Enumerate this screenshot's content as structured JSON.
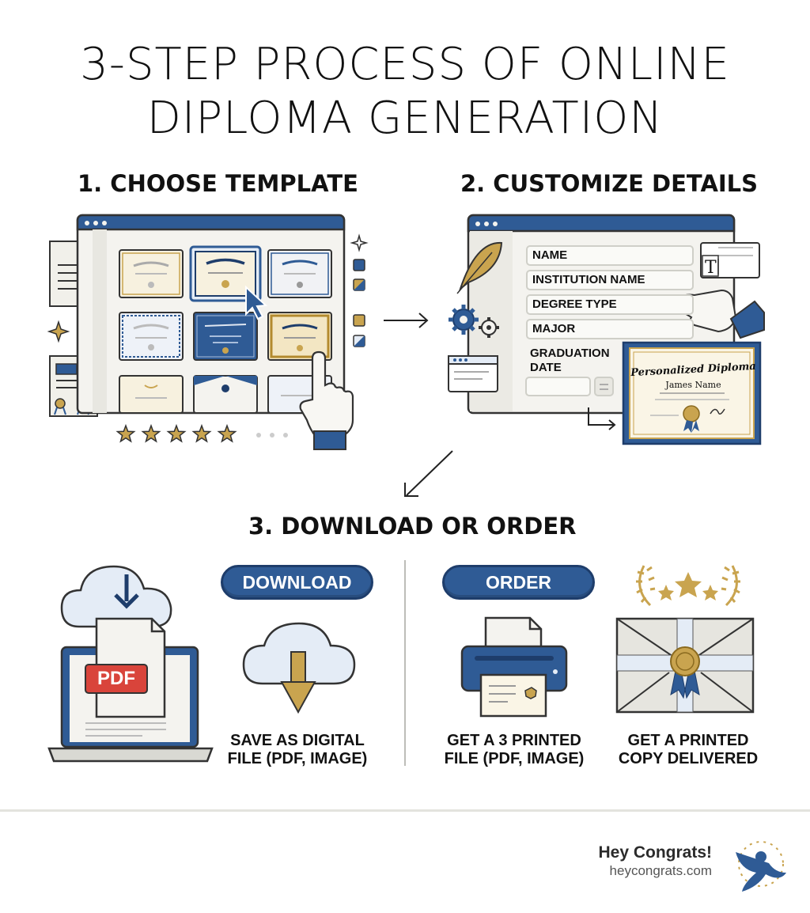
{
  "title": {
    "line1": "3-STEP PROCESS OF ONLINE",
    "line2": "DIPLOMA GENERATION"
  },
  "steps": {
    "step1": {
      "label": "1. CHOOSE TEMPLATE"
    },
    "step2": {
      "label": "2. CUSTOMIZE DETAILS",
      "fields": [
        "NAME",
        "INSTITUTION NAME",
        "DEGREE TYPE",
        "MAJOR"
      ],
      "graduation_label_line1": "GRADUATION",
      "graduation_label_line2": "DATE",
      "preview_title": "Personalized Diploma",
      "preview_name": "James Name"
    },
    "step3": {
      "label": "3. DOWNLOAD OR ORDER",
      "download_button": "DOWNLOAD",
      "order_button": "ORDER",
      "pdf_badge": "PDF",
      "captions": {
        "save_line1": "SAVE AS DIGITAL",
        "save_line2": "FILE (PDF, IMAGE)",
        "get_line1": "GET A 3 PRINTED",
        "get_line2": "FILE (PDF, IMAGE)",
        "copy_line1": "GET A PRINTED",
        "copy_line2": "COPY DELIVERED"
      }
    }
  },
  "template_rating_stars": 5,
  "icons": [
    "document-icon",
    "sparkle-icon",
    "certificate-icon",
    "cursor-icon",
    "hand-pointer-icon",
    "star-icon",
    "quill-icon",
    "gear-icon",
    "arrow-right-icon",
    "arrow-down-left-icon",
    "cloud-download-icon",
    "laptop-icon",
    "printer-icon",
    "envelope-seal-icon",
    "laurel-stars-icon"
  ],
  "colors": {
    "navy": "#2f5b95",
    "dark_navy": "#1e3d6b",
    "gold": "#c9a44f",
    "paper": "#f3f1ea",
    "footer_rule": "#e3e3de"
  },
  "footer": {
    "brand": "Hey Congrats!",
    "url": "heycongrats.com"
  }
}
